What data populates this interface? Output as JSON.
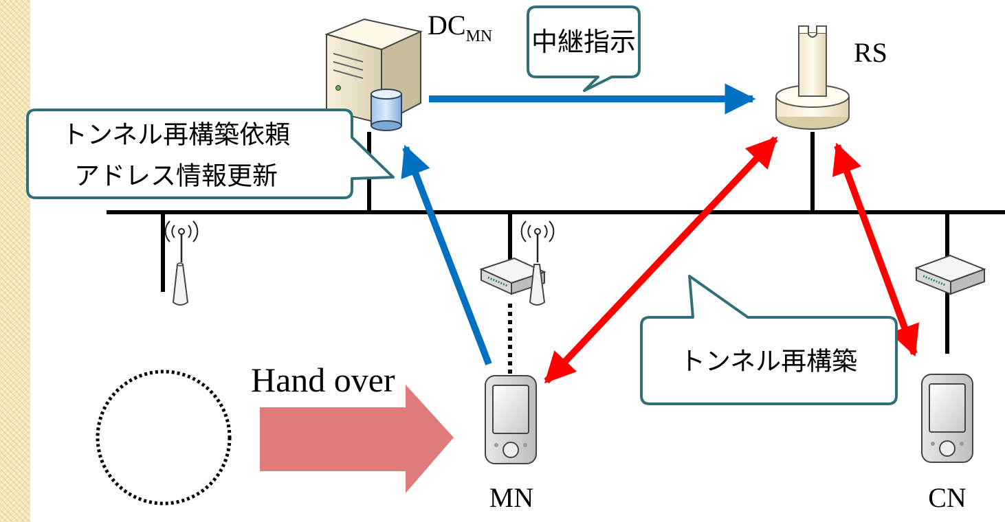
{
  "nodes": {
    "dc": "DC",
    "dc_sub": "MN",
    "rs": "RS",
    "mn": "MN",
    "cn": "CN"
  },
  "callouts": {
    "relay_instruction": "中継指示",
    "tunnel_request_line1": "トンネル再構築依頼",
    "tunnel_request_line2": "アドレス情報更新",
    "tunnel_rebuild": "トンネル再構築"
  },
  "handover_label": "Hand over",
  "icons": {
    "server": "server-icon",
    "database": "database-icon",
    "relay_server": "relay-server-icon",
    "access_point": "access-point-icon",
    "router": "router-icon",
    "mobile": "mobile-device-icon",
    "wireless": "wireless-signal-icon"
  },
  "colors": {
    "control_arrow": "#0070c0",
    "tunnel_arrow": "#ff0000",
    "handover_arrow": "#e07b7b",
    "callout_border": "#31707a",
    "background_stripe": "#f3e6b8"
  }
}
